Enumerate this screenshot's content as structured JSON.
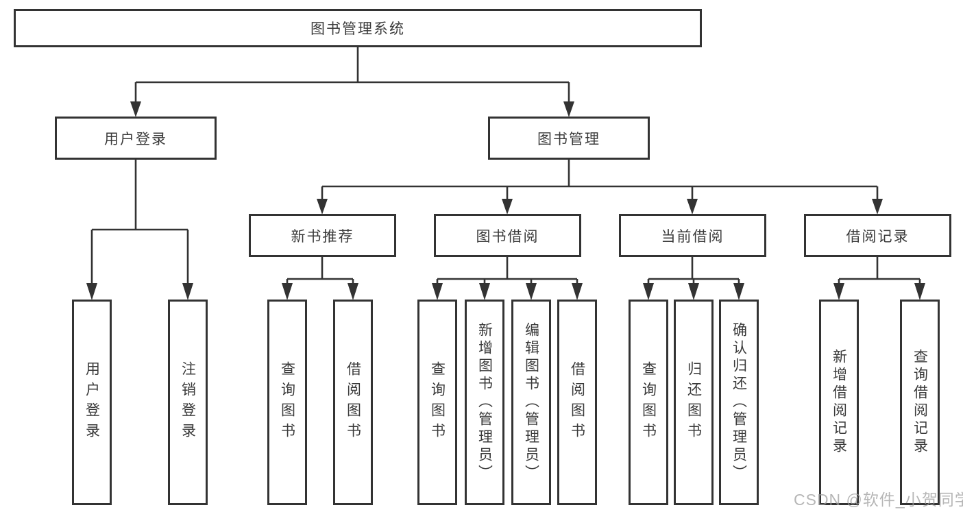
{
  "tree": {
    "label": "图书管理系统",
    "children": [
      {
        "label": "用户登录",
        "children": [
          {
            "label": "用户登录"
          },
          {
            "label": "注销登录"
          }
        ]
      },
      {
        "label": "图书管理",
        "children": [
          {
            "label": "新书推荐",
            "children": [
              {
                "label": "查询图书"
              },
              {
                "label": "借阅图书"
              }
            ]
          },
          {
            "label": "图书借阅",
            "children": [
              {
                "label": "查询图书"
              },
              {
                "label": "新增图书（管理员）"
              },
              {
                "label": "编辑图书（管理员）"
              },
              {
                "label": "借阅图书"
              }
            ]
          },
          {
            "label": "当前借阅",
            "children": [
              {
                "label": "查询图书"
              },
              {
                "label": "归还图书"
              },
              {
                "label": "确认归还（管理员）"
              }
            ]
          },
          {
            "label": "借阅记录",
            "children": [
              {
                "label": "新增借阅记录"
              },
              {
                "label": "查询借阅记录"
              }
            ]
          }
        ]
      }
    ]
  },
  "watermark": "CSDN @软件_小贺同学",
  "colors": {
    "line": "#333333",
    "text": "#3a3a3a",
    "background": "#ffffff",
    "watermark": "#9e9e9e"
  }
}
